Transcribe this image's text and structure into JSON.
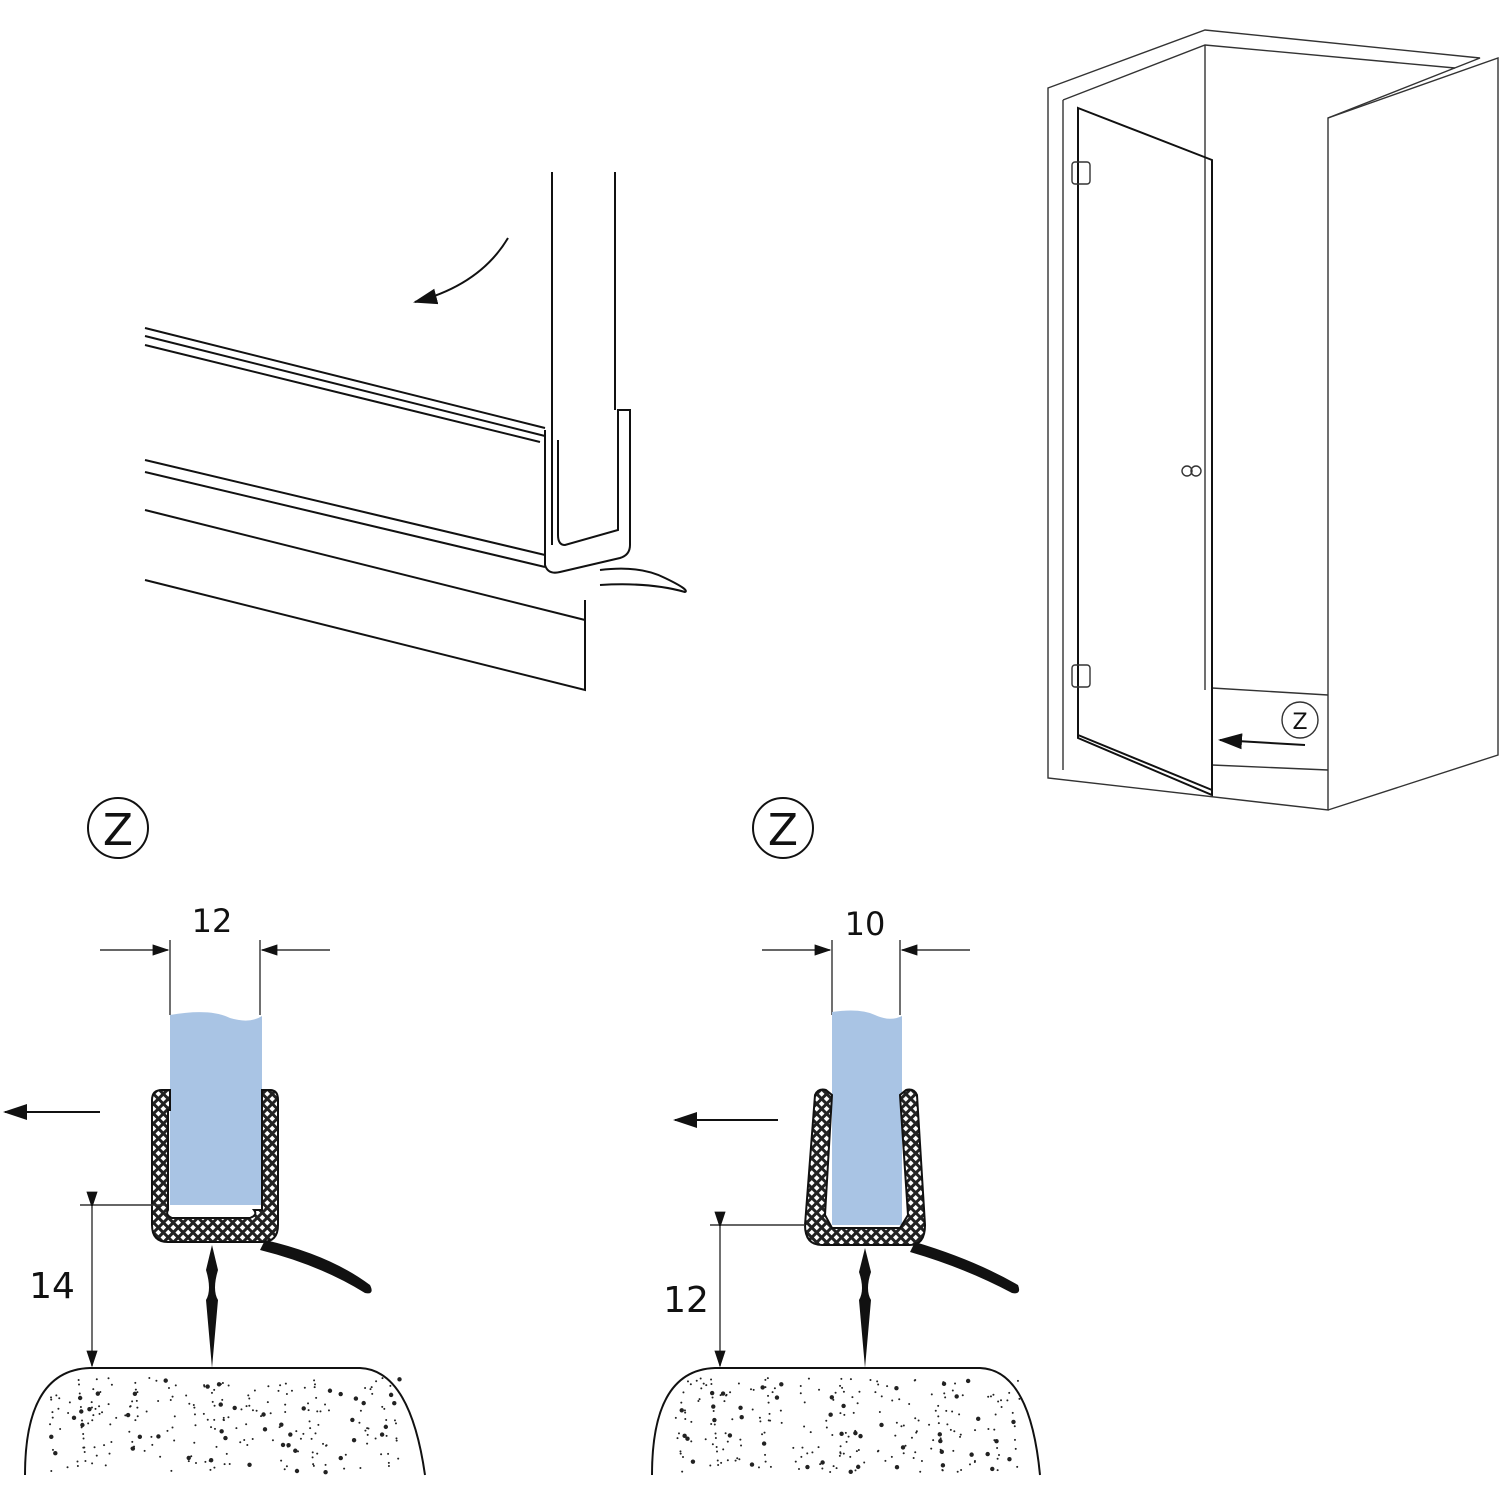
{
  "colors": {
    "glass": "#a9c4e4",
    "line": "#111111",
    "background": "#ffffff"
  },
  "detail_marker": "Z",
  "enclosure_view": {
    "marker": "Z"
  },
  "section_left": {
    "marker": "Z",
    "width_dim": "12",
    "height_dim": "14"
  },
  "section_right": {
    "marker": "Z",
    "width_dim": "10",
    "height_dim": "12"
  }
}
